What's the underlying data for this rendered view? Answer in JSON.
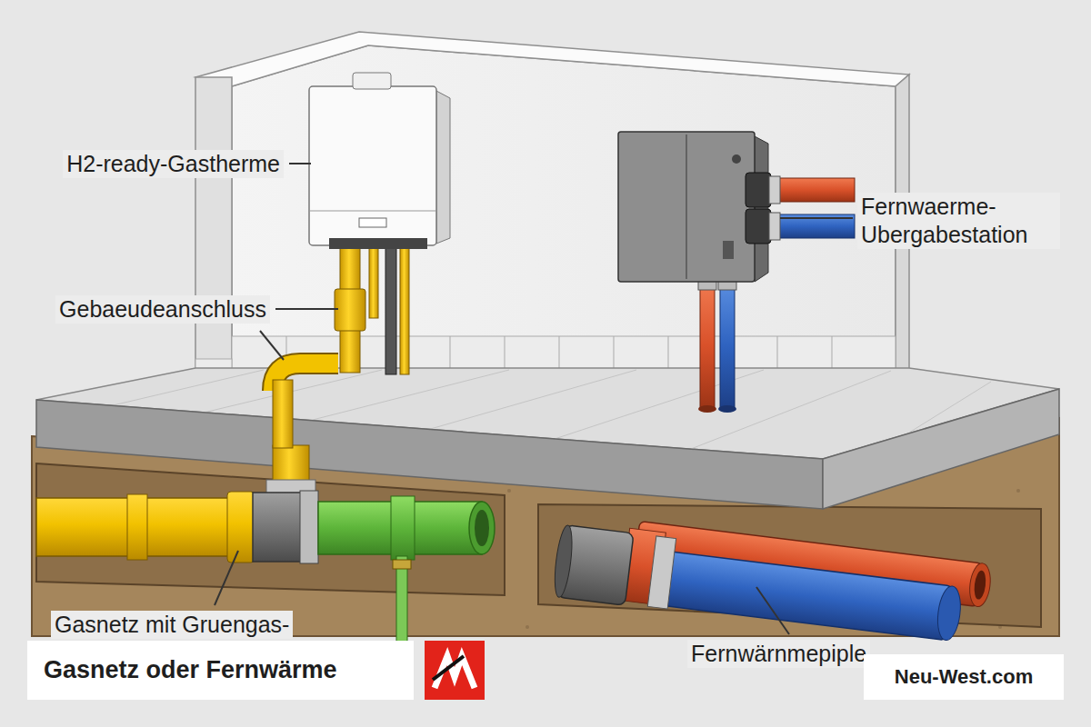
{
  "diagram": {
    "title": "Gasnetz oder Fernwärme",
    "labels": [
      "H2-ready-Gastherme",
      "Gebaeudeanschluss",
      "Fernwaerme- Ubergabestation",
      "Gasnetz mit Gruengas-",
      "Fernwärnmepiple",
      "Neu-West.com"
    ]
  }
}
